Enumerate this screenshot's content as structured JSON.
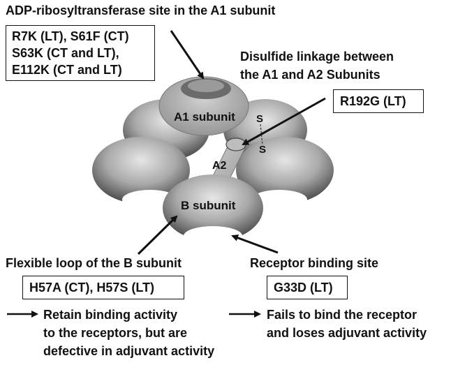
{
  "top_title": "ADP-ribosyltransferase site in the A1 subunit",
  "a1_mutations": [
    "R7K (LT), S61F (CT)",
    "S63K (CT and LT),",
    "E112K (CT and LT)"
  ],
  "disulfide_title": [
    "Disulfide linkage between",
    "the A1 and A2 Subunits"
  ],
  "r192g": "R192G (LT)",
  "labels": {
    "a1": "A1 subunit",
    "a2": "A2",
    "b": "B subunit",
    "s_top": "S",
    "s_bottom": "S"
  },
  "flexible_title": "Flexible loop of the B subunit",
  "flexible_box": "H57A (CT), H57S (LT)",
  "flexible_result": [
    "Retain binding activity",
    "to the receptors, but are",
    "defective in adjuvant activity"
  ],
  "receptor_title": "Receptor binding site",
  "receptor_box": "G33D (LT)",
  "receptor_result": [
    "Fails to bind the receptor",
    "and loses adjuvant activity"
  ],
  "colors": {
    "torus_light": "#d8d8d8",
    "torus_dark": "#5a5a5a",
    "a1_fill": "#b8b8b8",
    "text": "#111111"
  }
}
